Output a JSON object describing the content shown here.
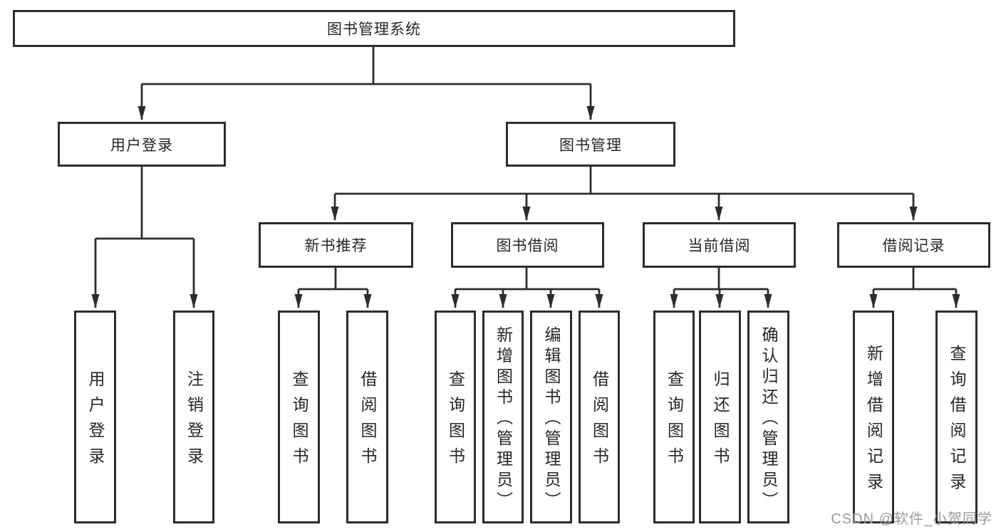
{
  "watermark": "CSDN @软件_小贺同学",
  "diagram": {
    "root": {
      "label": "图书管理系统"
    },
    "level2": [
      {
        "label": "用户登录"
      },
      {
        "label": "图书管理"
      }
    ],
    "level3": [
      {
        "label": "新书推荐"
      },
      {
        "label": "图书借阅"
      },
      {
        "label": "当前借阅"
      },
      {
        "label": "借阅记录"
      }
    ],
    "leaves": {
      "user_login": [
        "用户登录",
        "注销登录"
      ],
      "new_book": [
        "查询图书",
        "借阅图书"
      ],
      "book_borrow": [
        "查询图书",
        "新增图书（管理员）",
        "编辑图书（管理员）",
        "借阅图书"
      ],
      "current_borrow": [
        "查询图书",
        "归还图书",
        "确认归还（管理员）"
      ],
      "borrow_record": [
        "新增借阅记录",
        "查询借阅记录"
      ]
    }
  }
}
